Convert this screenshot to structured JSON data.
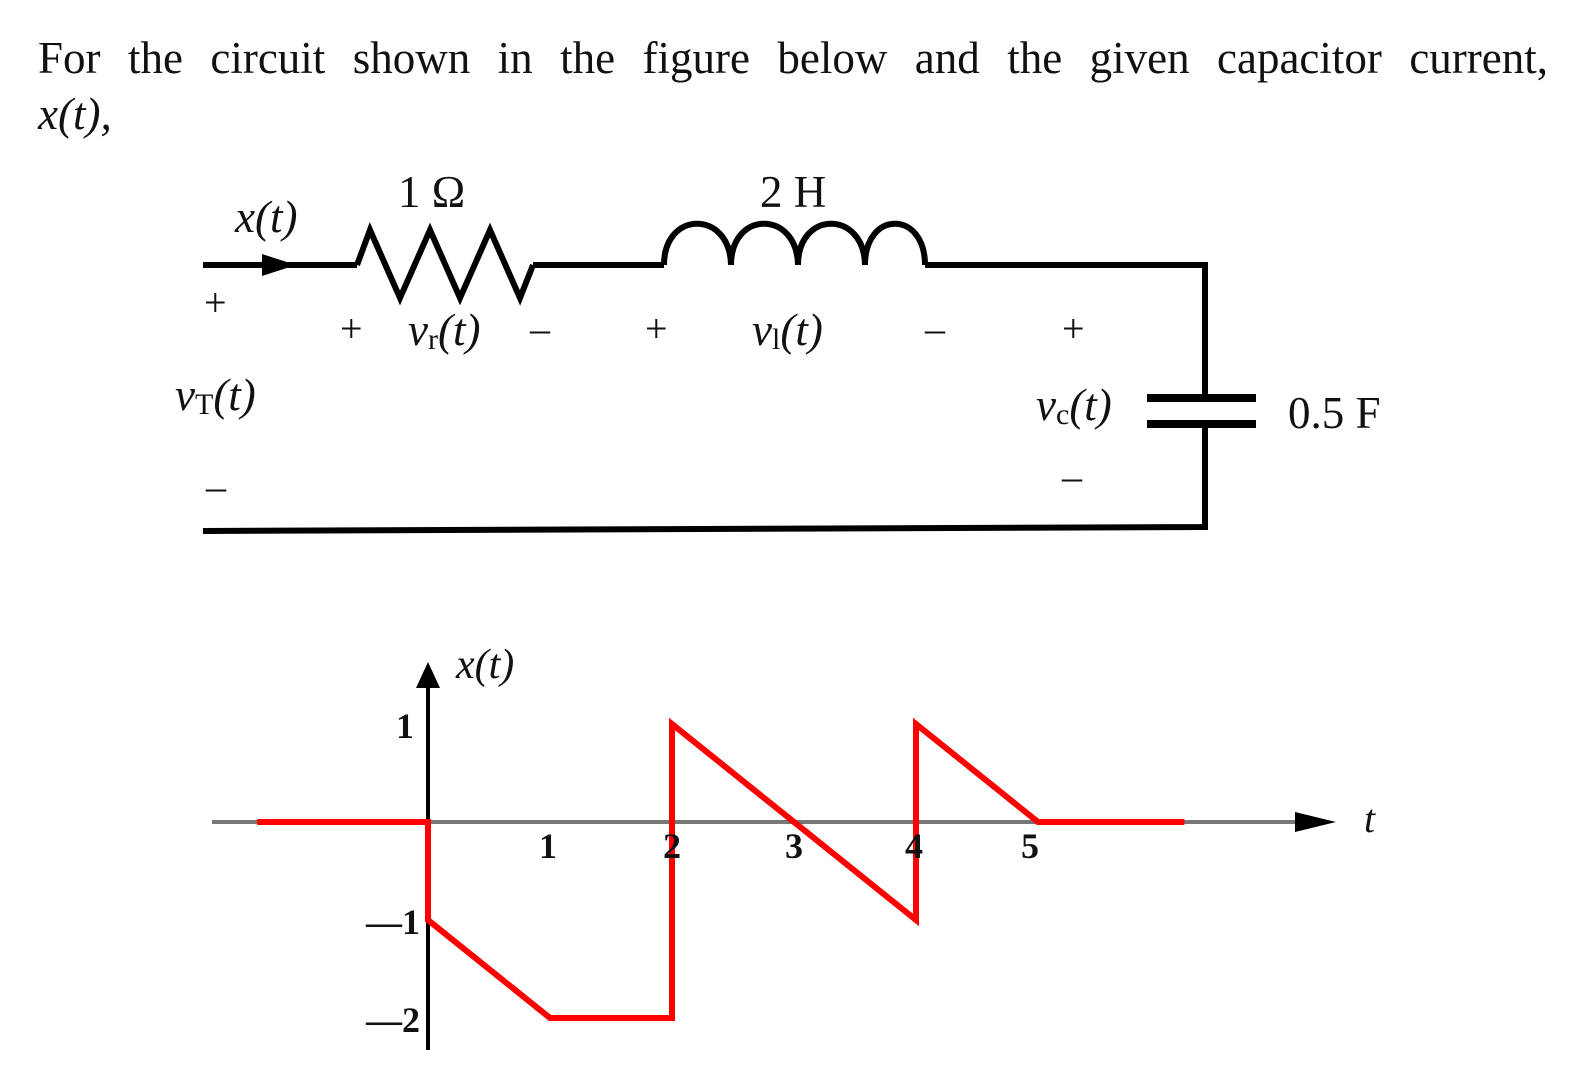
{
  "problem": {
    "line1": "For the circuit shown in the figure below and the given capacitor current,",
    "line2": "x(t),"
  },
  "circuit": {
    "source_current_label": "x(t)",
    "source_voltage_label": "vT(t)",
    "source_voltage_sub": "T",
    "source_plus": "+",
    "source_minus": "–",
    "resistor": {
      "value": "1 Ω",
      "voltage_label": "vr(t)",
      "plus": "+",
      "minus": "–"
    },
    "inductor": {
      "value": "2 H",
      "voltage_label": "vl(t)",
      "plus": "+",
      "minus": "–"
    },
    "capacitor": {
      "value": "0.5 F",
      "voltage_label": "vc(t)",
      "plus": "+",
      "minus": "–"
    },
    "wire_color": "#000000"
  },
  "chart_data": {
    "type": "line",
    "title": "",
    "xlabel": "t",
    "ylabel": "x(t)",
    "x_ticks": [
      "1",
      "2",
      "3",
      "4",
      "5"
    ],
    "y_ticks": [
      "1",
      "-1",
      "-2"
    ],
    "xlim": [
      -1.5,
      7.5
    ],
    "ylim": [
      -2.3,
      1.5
    ],
    "grid": false,
    "series": [
      {
        "name": "x(t)",
        "color": "#ff0000",
        "points": [
          [
            -1.4,
            0
          ],
          [
            0,
            0
          ],
          [
            0,
            -1
          ],
          [
            1,
            -2
          ],
          [
            2,
            -2
          ],
          [
            2,
            1
          ],
          [
            3,
            0
          ],
          [
            4,
            -1
          ],
          [
            4,
            1
          ],
          [
            5,
            0
          ],
          [
            6.2,
            0
          ]
        ]
      }
    ]
  }
}
